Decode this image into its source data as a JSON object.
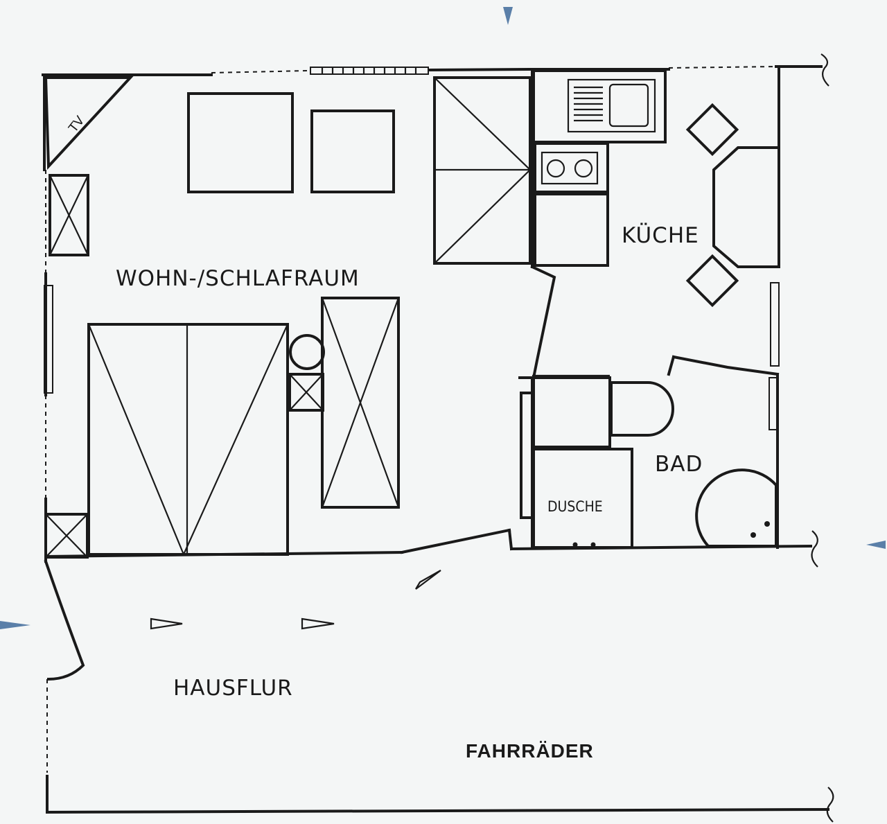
{
  "rooms": {
    "living": "WOHN-/SCHLAFRAUM",
    "kitchen": "KÜCHE",
    "bath": "BAD",
    "shower": "DUSCHE",
    "hall": "HAUSFLUR",
    "bikes": "FAHRRÄDER"
  },
  "furniture": {
    "tv": "TV"
  },
  "colors": {
    "lines": "#1a1a1a",
    "background": "#f4f6f6",
    "section_marker": "#5a7fa8"
  }
}
